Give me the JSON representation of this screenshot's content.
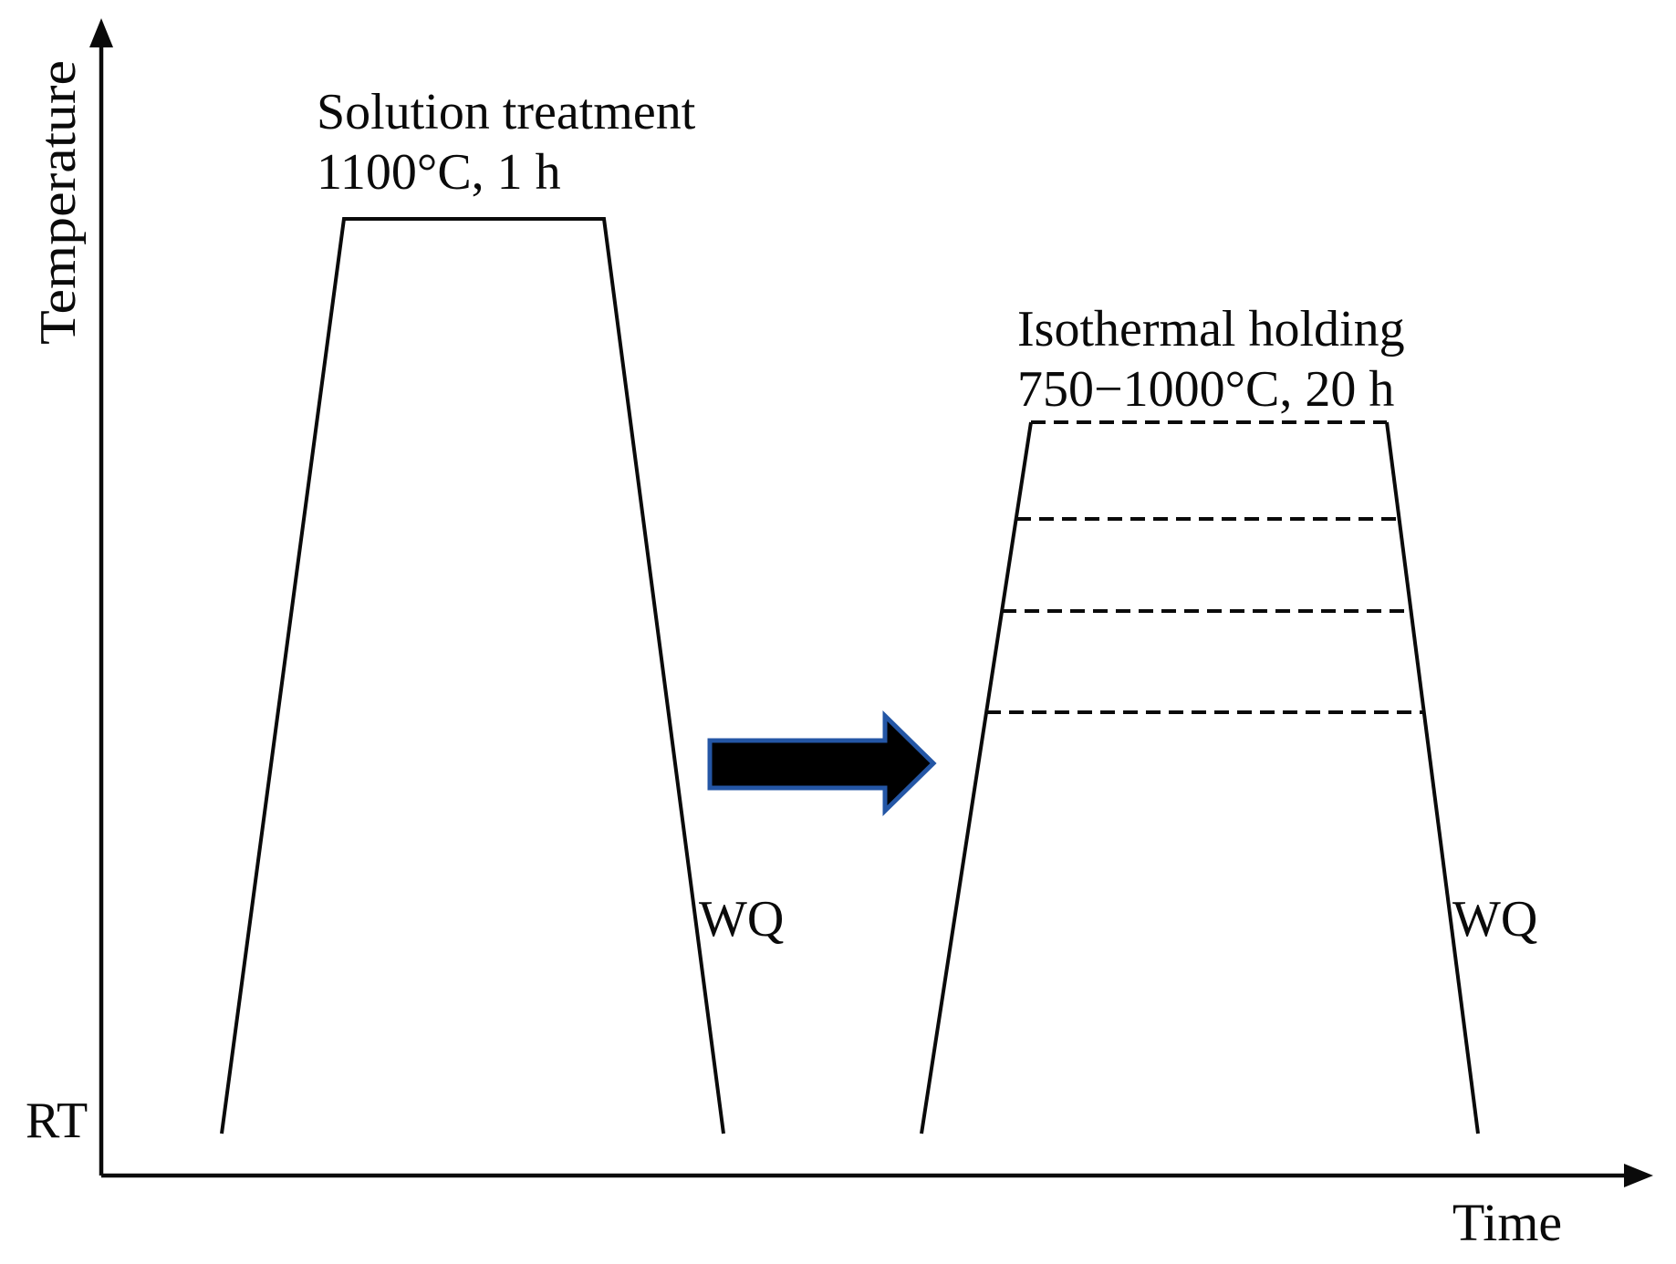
{
  "figure": {
    "type": "heat-treatment-schedule-diagram",
    "axes": {
      "y_label": "Temperature",
      "x_label": "Time",
      "origin_label": "RT"
    },
    "steps": [
      {
        "title": "Solution treatment",
        "conditions": "1100°C, 1 h",
        "temperature": "1100°C",
        "duration": "1 h",
        "quench_label": "WQ"
      },
      {
        "title": "Isothermal holding",
        "conditions": "750−1000°C, 20 h",
        "temperature_range": "750−1000°C",
        "duration": "20 h",
        "quench_label": "WQ",
        "dashed_level_count": 4
      }
    ],
    "colors": {
      "line": "#0a0a0a",
      "arrow_fill": "#000000",
      "arrow_border": "#2456a5",
      "background": "#ffffff"
    }
  }
}
